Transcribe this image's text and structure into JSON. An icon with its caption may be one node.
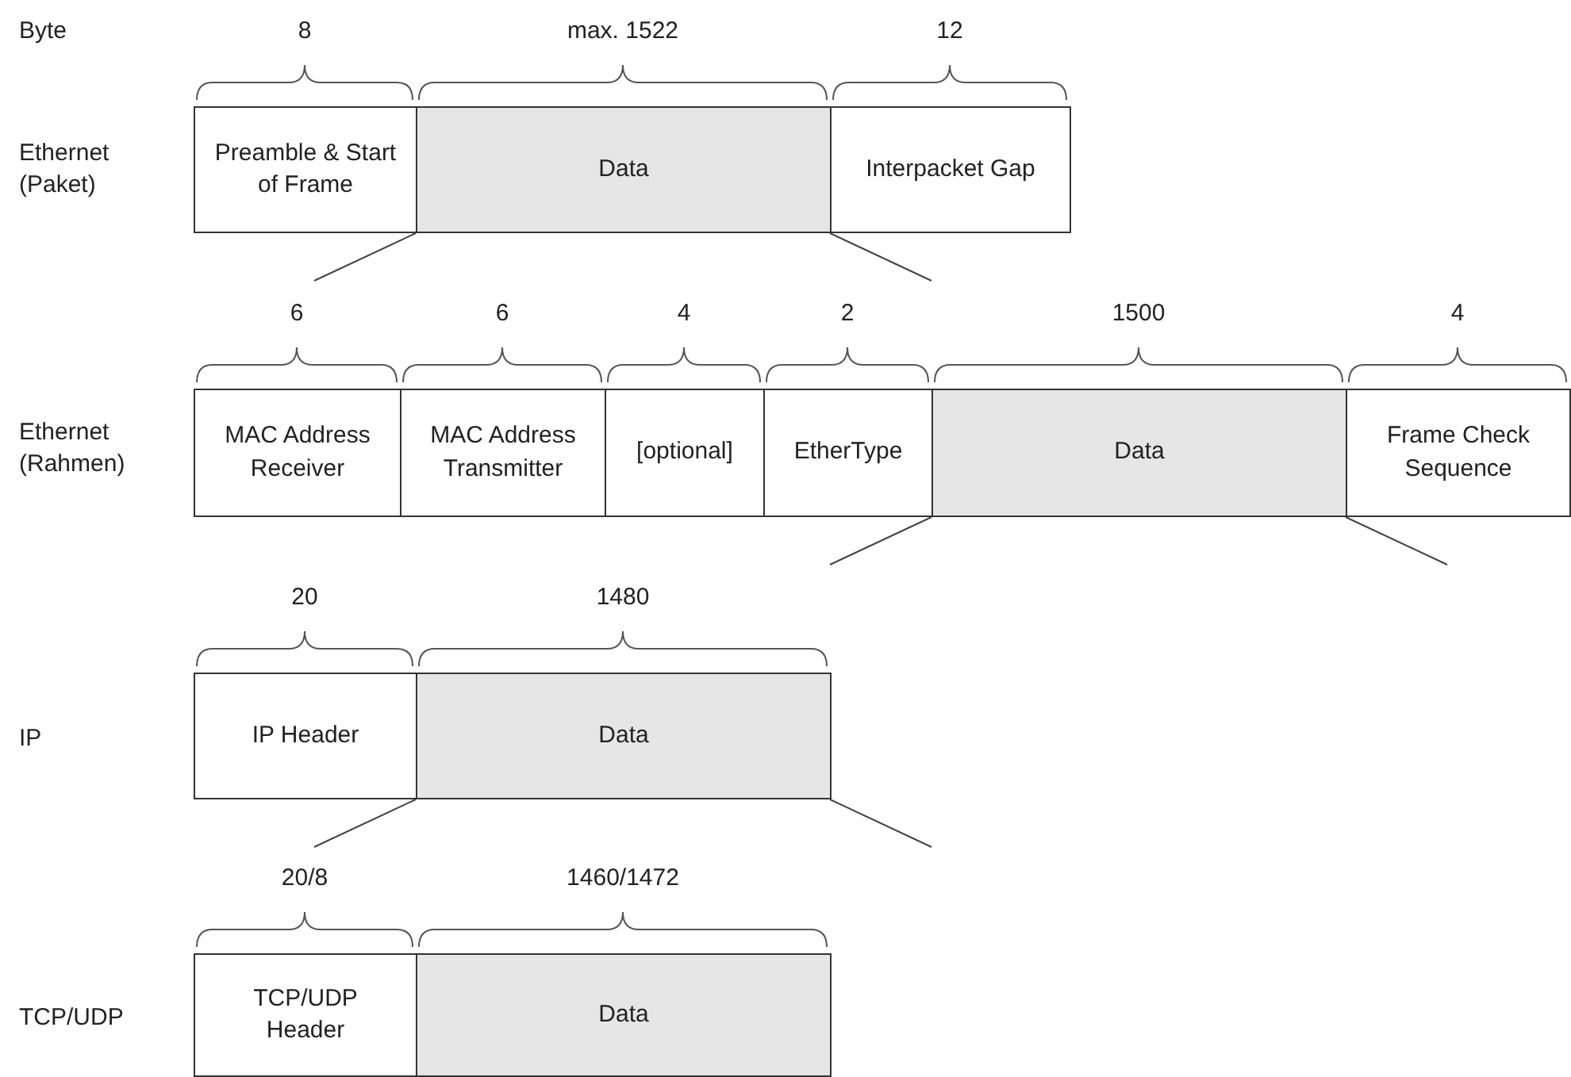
{
  "diagram": {
    "nodes": [
      {
        "text": [
          "Preamble & Start of Frame"
        ],
        "beside": [
          "8"
        ]
      },
      {
        "text": [
          "Data"
        ],
        "beside": [
          "max. 1522"
        ]
      },
      {
        "text": [
          "Interpacket Gap"
        ],
        "beside": [
          "12"
        ]
      },
      {
        "text": [
          "MAC Address Receiver"
        ],
        "beside": [
          "6"
        ]
      },
      {
        "text": [
          "MAC Address Transmitter"
        ],
        "beside": [
          "6"
        ]
      },
      {
        "text": [
          "[optional]"
        ],
        "beside": [
          "4"
        ]
      },
      {
        "text": [
          "EtherType"
        ],
        "beside": [
          "2"
        ]
      },
      {
        "text": [
          "Data"
        ],
        "beside": [
          "1500"
        ]
      },
      {
        "text": [
          "Frame Check Sequence"
        ],
        "beside": [
          "4"
        ]
      },
      {
        "text": [
          "IP Header"
        ],
        "beside": [
          "20"
        ]
      },
      {
        "text": [
          "Data"
        ],
        "beside": [
          "1480"
        ]
      },
      {
        "text": [
          "TCP/UDP Header"
        ],
        "beside": [
          "20/8"
        ]
      },
      {
        "text": [
          "Data"
        ],
        "beside": [
          "1460/1472"
        ]
      }
    ],
    "edges": [
      {
        "from": 1,
        "to": null,
        "arrow": "none"
      },
      {
        "from": 1,
        "to": null,
        "arrow": "none"
      },
      {
        "from": 7,
        "to": null,
        "arrow": "none"
      },
      {
        "from": 7,
        "to": null,
        "arrow": "none"
      },
      {
        "from": 10,
        "to": null,
        "arrow": "none"
      },
      {
        "from": 10,
        "to": null,
        "arrow": "none"
      }
    ],
    "labels": [
      "Byte",
      "Ethernet (Paket)",
      "Ethernet (Rahmen)",
      "IP",
      "TCP/UDP"
    ]
  }
}
